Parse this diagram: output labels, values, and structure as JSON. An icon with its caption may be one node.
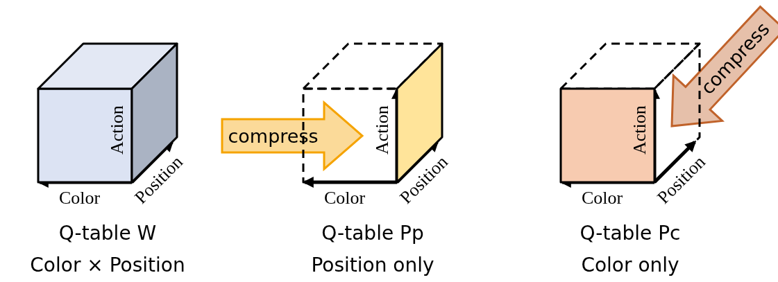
{
  "diagram": {
    "nodes": [
      {
        "text": [],
        "shape": "cube",
        "beside": [
          "Q-table W",
          "Color × Position"
        ]
      },
      {
        "text": [],
        "shape": "cube",
        "beside": [
          "Q-table Pp",
          "Position only"
        ]
      },
      {
        "text": [],
        "shape": "cube",
        "beside": [
          "Q-table Pc",
          "Color only"
        ]
      }
    ],
    "edges": [
      {
        "from": 0,
        "to": 1,
        "arrow": "to",
        "label": "compress",
        "color": "#f5a300"
      },
      {
        "from": null,
        "to": 2,
        "arrow": "to",
        "label": "compress",
        "color": "#c0622a"
      }
    ],
    "labels": [
      "Action",
      "Position",
      "Color",
      "Action",
      "Position",
      "Color",
      "Action",
      "Position",
      "Color"
    ]
  }
}
